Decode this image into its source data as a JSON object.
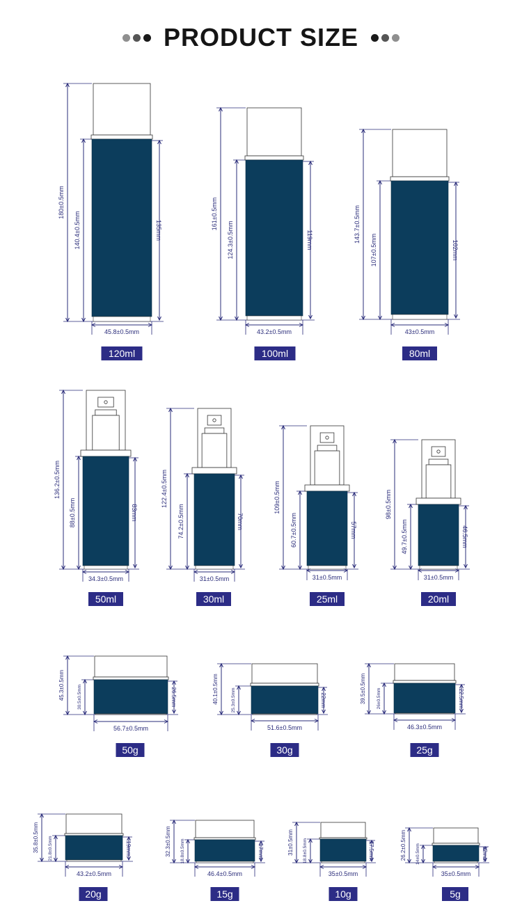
{
  "header": {
    "title": "PRODUCT SIZE",
    "dot_colors_left": [
      "#8f8f8f",
      "#555555",
      "#1a1a1a"
    ],
    "dot_colors_right": [
      "#1a1a1a",
      "#555555",
      "#8f8f8f"
    ]
  },
  "colors": {
    "body": "#0c3d5c",
    "line": "#2a2c7a",
    "outline": "#333333",
    "label_bg": "#2c2c86",
    "label_text": "#ffffff"
  },
  "products": [
    {
      "label": "120ml",
      "type": "bottle",
      "total": "180±0.5mm",
      "body": "140.4±0.5mm",
      "inner": "135mm",
      "width": "45.8±0.5mm"
    },
    {
      "label": "100ml",
      "type": "bottle",
      "total": "161±0.5mm",
      "body": "124.3±0.5mm",
      "inner": "119mm",
      "width": "43.2±0.5mm"
    },
    {
      "label": "80ml",
      "type": "bottle",
      "total": "143.7±0.5mm",
      "body": "107±0.5mm",
      "inner": "102mm",
      "width": "43±0.5mm"
    },
    {
      "label": "50ml",
      "type": "pump",
      "total": "136.2±0.5mm",
      "body": "88±0.5mm",
      "inner": "83mm",
      "width": "34.3±0.5mm"
    },
    {
      "label": "30ml",
      "type": "pump",
      "total": "122.4±0.5mm",
      "body": "74.2±0.5mm",
      "inner": "70mm",
      "width": "31±0.5mm"
    },
    {
      "label": "25ml",
      "type": "pump",
      "total": "109±0.5mm",
      "body": "60.7±0.5mm",
      "inner": "57mm",
      "width": "31±0.5mm"
    },
    {
      "label": "20ml",
      "type": "pump",
      "total": "98±0.5mm",
      "body": "49.7±0.5mm",
      "inner": "46.5mm",
      "width": "31±0.5mm"
    },
    {
      "label": "50g",
      "type": "jar",
      "total": "45.3±0.5mm",
      "body": "30.5±0.5mm",
      "inner": "26.5mm",
      "width": "56.7±0.5mm"
    },
    {
      "label": "30g",
      "type": "jar",
      "total": "40.1±0.5mm",
      "body": "25.3±0.5mm",
      "inner": "22mm",
      "width": "51.6±0.5mm"
    },
    {
      "label": "25g",
      "type": "jar",
      "total": "39.5±0.5mm",
      "body": "26±0.5mm",
      "inner": "22.5mm",
      "width": "46.3±0.5mm"
    },
    {
      "label": "20g",
      "type": "jar",
      "total": "35.8±0.5mm",
      "body": "21.8±0.5mm",
      "inner": "19mm",
      "width": "43.2±0.5mm"
    },
    {
      "label": "15g",
      "type": "jar",
      "total": "32.3±0.5mm",
      "body": "18.8±0.5mm",
      "inner": "17mm",
      "width": "46.4±0.5mm"
    },
    {
      "label": "10g",
      "type": "jar",
      "total": "31±0.5mm",
      "body": "18.8±0.5mm",
      "inner": "17.5mm",
      "width": "35±0.5mm"
    },
    {
      "label": "5g",
      "type": "jar",
      "total": "26.2±0.5mm",
      "body": "14±0.5mm",
      "inner": "12mm",
      "width": "35±0.5mm"
    }
  ]
}
